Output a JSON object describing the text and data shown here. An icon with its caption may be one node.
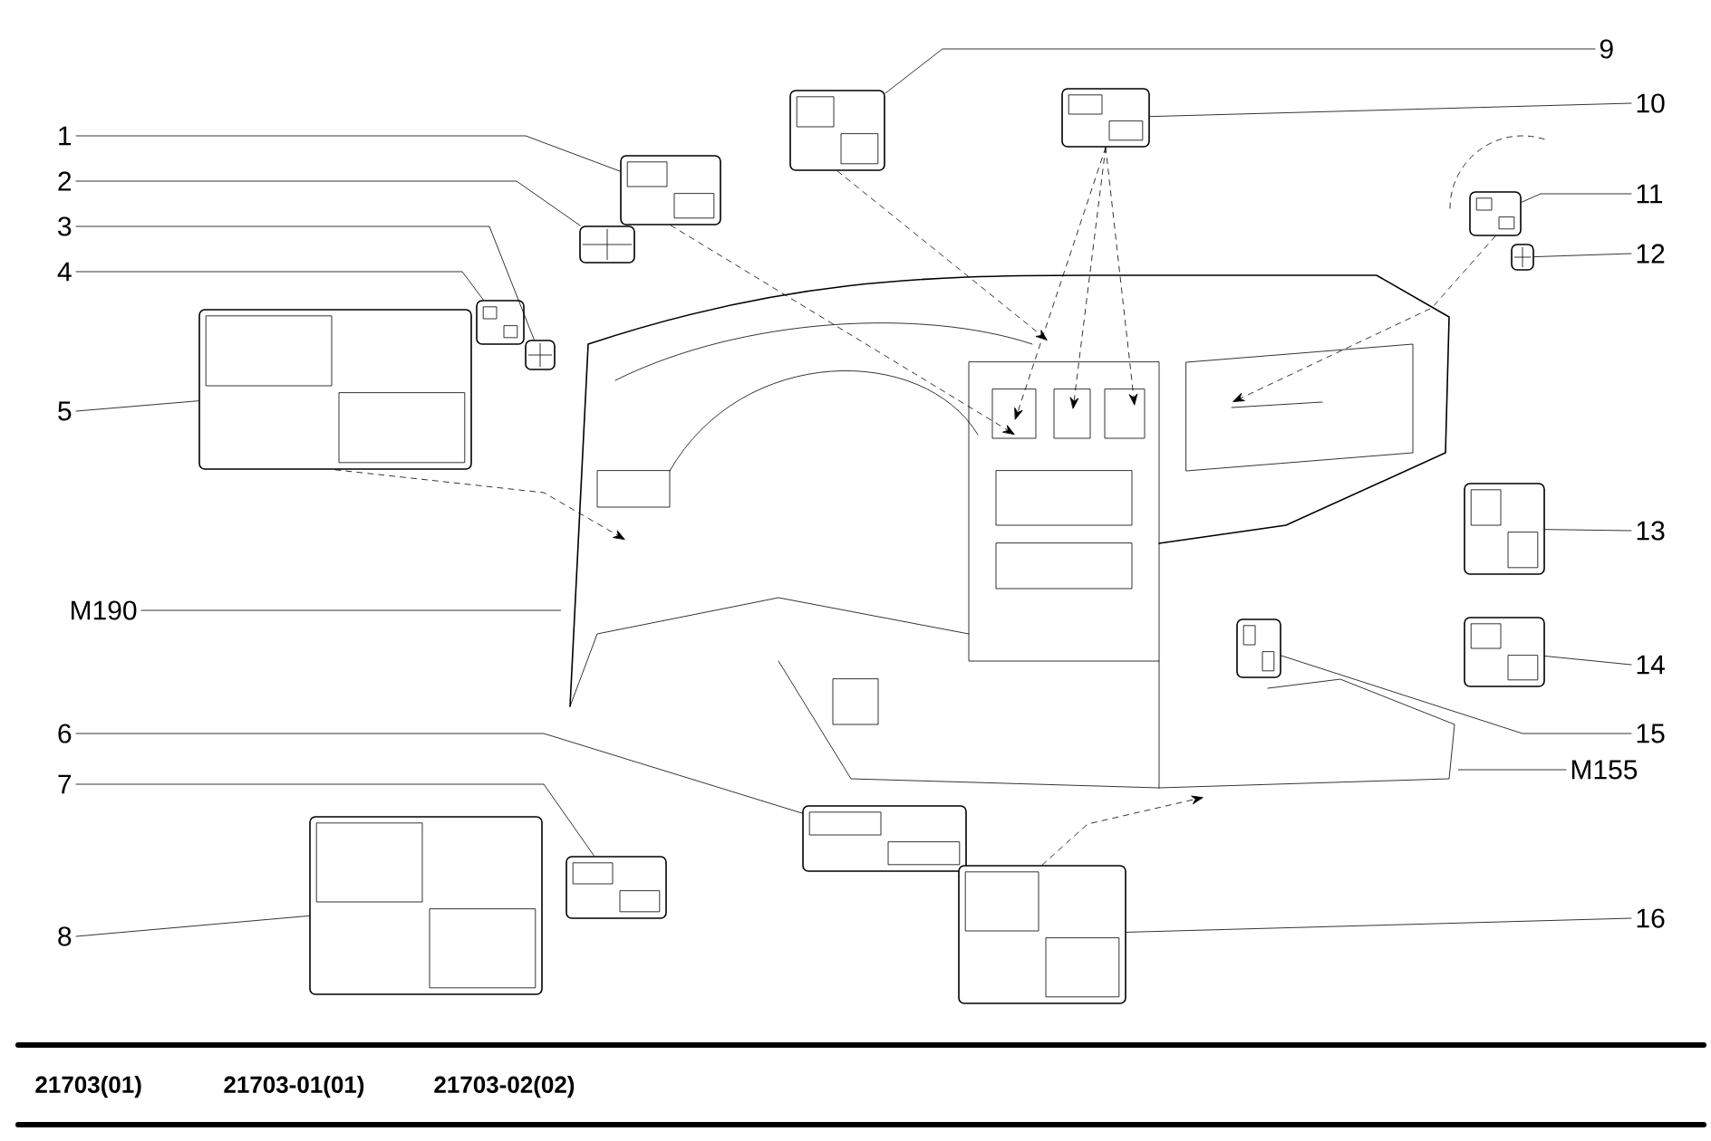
{
  "diagram": {
    "nodes": [
      {
        "text": [
          "1"
        ]
      },
      {
        "text": [
          "2"
        ]
      },
      {
        "text": [
          "3"
        ]
      },
      {
        "text": [
          "4"
        ]
      },
      {
        "text": [
          "5"
        ]
      },
      {
        "text": [
          "M190"
        ]
      },
      {
        "text": [
          "6"
        ]
      },
      {
        "text": [
          "7"
        ]
      },
      {
        "text": [
          "8"
        ]
      },
      {
        "text": [
          "9"
        ]
      },
      {
        "text": [
          "10"
        ]
      },
      {
        "text": [
          "11"
        ]
      },
      {
        "text": [
          "12"
        ]
      },
      {
        "text": [
          "13"
        ]
      },
      {
        "text": [
          "14"
        ]
      },
      {
        "text": [
          "15"
        ]
      },
      {
        "text": [
          "M155"
        ]
      },
      {
        "text": [
          "16"
        ]
      },
      {
        "text": [],
        "shape": "picture"
      },
      {
        "text": [],
        "shape": "picture"
      },
      {
        "text": [],
        "shape": "picture"
      },
      {
        "text": [],
        "shape": "picture"
      },
      {
        "text": [],
        "shape": "picture"
      },
      {
        "text": [],
        "shape": "picture"
      },
      {
        "text": [],
        "shape": "picture"
      },
      {
        "text": [],
        "shape": "picture"
      },
      {
        "text": [],
        "shape": "picture"
      },
      {
        "text": [],
        "shape": "picture"
      },
      {
        "text": [],
        "shape": "picture"
      },
      {
        "text": [],
        "shape": "picture"
      },
      {
        "text": [],
        "shape": "picture"
      },
      {
        "text": [],
        "shape": "picture"
      },
      {
        "text": [],
        "shape": "picture"
      },
      {
        "text": [],
        "shape": "picture",
        "in": 23
      },
      {
        "text": [],
        "shape": "picture"
      }
    ],
    "edges": [
      {
        "from": 0,
        "to": 18,
        "arrow": "none"
      },
      {
        "from": 1,
        "to": 19,
        "arrow": "none"
      },
      {
        "from": 2,
        "to": 20,
        "arrow": "none"
      },
      {
        "from": 3,
        "to": 21,
        "arrow": "none"
      },
      {
        "from": 4,
        "to": 22,
        "arrow": "none"
      },
      {
        "from": 5,
        "to": 23,
        "arrow": "none"
      },
      {
        "from": 6,
        "to": 24,
        "arrow": "none"
      },
      {
        "from": 7,
        "to": 25,
        "arrow": "none"
      },
      {
        "from": 8,
        "to": 26,
        "arrow": "none"
      },
      {
        "from": 9,
        "to": 27,
        "arrow": "none"
      },
      {
        "from": 10,
        "to": 28,
        "arrow": "none"
      },
      {
        "from": 11,
        "to": 29,
        "arrow": "none"
      },
      {
        "from": 12,
        "to": 30,
        "arrow": "none"
      },
      {
        "from": 13,
        "to": 31,
        "arrow": "none"
      },
      {
        "from": 14,
        "to": 32,
        "arrow": "none"
      },
      {
        "from": 15,
        "to": 33,
        "arrow": "none"
      },
      {
        "from": 16,
        "to": 23,
        "arrow": "none"
      },
      {
        "from": 17,
        "to": 34,
        "arrow": "none"
      },
      {
        "from": 18,
        "to": null,
        "arrow": "to",
        "style": "dashed"
      },
      {
        "from": 27,
        "to": null,
        "arrow": "to",
        "style": "dashed"
      },
      {
        "from": 28,
        "to": null,
        "arrow": "to",
        "style": "dashed"
      },
      {
        "from": 28,
        "to": null,
        "arrow": "to",
        "style": "dashed"
      },
      {
        "from": 28,
        "to": null,
        "arrow": "to",
        "style": "dashed"
      },
      {
        "from": 29,
        "to": null,
        "arrow": "to",
        "style": "dashed"
      },
      {
        "from": 22,
        "to": null,
        "arrow": "to",
        "style": "dashed"
      },
      {
        "from": 34,
        "to": 23,
        "arrow": "to",
        "style": "dashed"
      }
    ],
    "labels": [
      "21703(01)",
      "21703-01(01)",
      "21703-02(02)"
    ]
  }
}
